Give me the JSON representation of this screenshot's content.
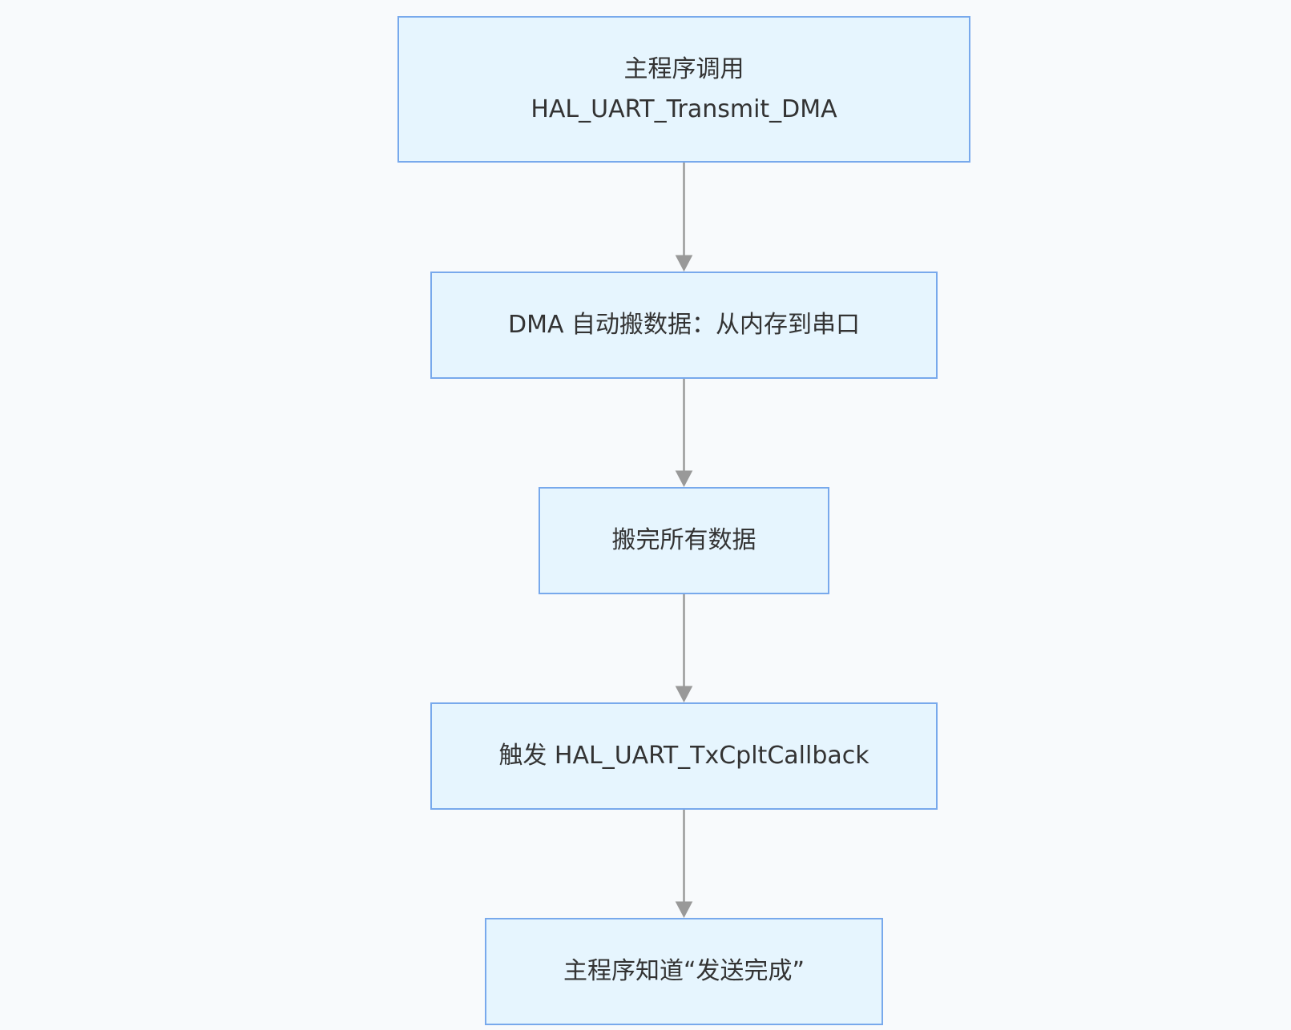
{
  "diagram": {
    "type": "flowchart",
    "direction": "top-to-bottom",
    "colors": {
      "background": "#f8fafc",
      "node_fill": "#e6f5fe",
      "node_border": "#78a9ec",
      "edge": "#999999",
      "text": "#333333"
    },
    "nodes": [
      {
        "id": "n1",
        "lines": [
          "主程序调用",
          "HAL_UART_Transmit_DMA"
        ]
      },
      {
        "id": "n2",
        "lines": [
          "DMA 自动搬数据：从内存到串口"
        ]
      },
      {
        "id": "n3",
        "lines": [
          "搬完所有数据"
        ]
      },
      {
        "id": "n4",
        "lines": [
          "触发 HAL_UART_TxCpltCallback"
        ]
      },
      {
        "id": "n5",
        "lines": [
          "主程序知道“发送完成”"
        ]
      }
    ],
    "edges": [
      {
        "from": "n1",
        "to": "n2"
      },
      {
        "from": "n2",
        "to": "n3"
      },
      {
        "from": "n3",
        "to": "n4"
      },
      {
        "from": "n4",
        "to": "n5"
      }
    ]
  }
}
